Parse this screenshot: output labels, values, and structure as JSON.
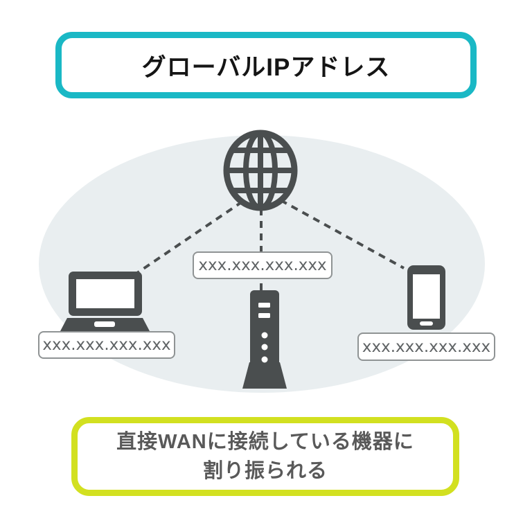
{
  "title": {
    "label": "グローバルIPアドレス"
  },
  "diagram": {
    "ip_labels": {
      "laptop": "xxx.xxx.xxx.xxx",
      "router": "xxx.xxx.xxx.xxx",
      "phone": "xxx.xxx.xxx.xxx"
    },
    "icons": {
      "internet": "globe-icon",
      "computer": "laptop-icon",
      "modem": "router-icon",
      "mobile": "smartphone-icon"
    }
  },
  "footer": {
    "line1": "直接WANに接続している機器に",
    "line2": "割り振られる"
  },
  "colors": {
    "title_border": "#1ab8c5",
    "footer_border": "#d2e020",
    "icon_gray": "#4a4e4f",
    "network_area_fill": "#e9eef0",
    "ip_label_border": "#8f9394",
    "title_text": "#151515",
    "footer_text": "#595959",
    "ip_text": "#5f6365"
  }
}
